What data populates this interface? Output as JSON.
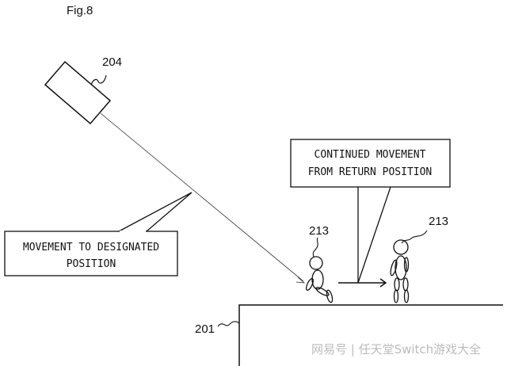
{
  "figure": {
    "title": "Fig.8"
  },
  "labels": {
    "camera": "204",
    "character_left": "213",
    "character_right": "213",
    "floor": "201"
  },
  "callouts": {
    "movement": [
      "MOVEMENT TO DESIGNATED",
      "POSITION"
    ],
    "continued": [
      "CONTINUED MOVEMENT",
      "FROM RETURN POSITION"
    ]
  },
  "watermark": "网易号 | 任天堂Switch游戏大全"
}
